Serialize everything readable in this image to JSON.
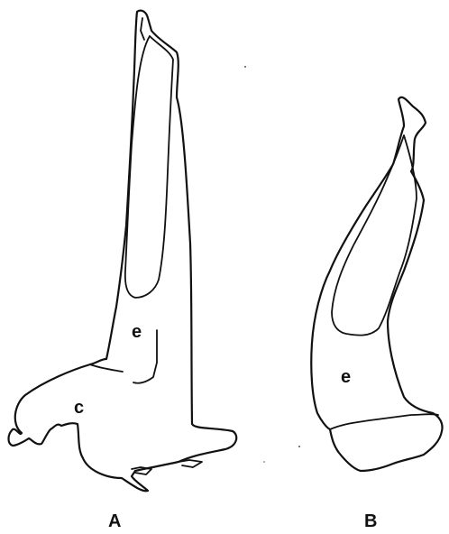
{
  "figure": {
    "panels": [
      {
        "id": "A",
        "label": "A",
        "regions": [
          "e",
          "c"
        ]
      },
      {
        "id": "B",
        "label": "B",
        "regions": [
          "e"
        ]
      }
    ],
    "line_color": "#111111"
  }
}
